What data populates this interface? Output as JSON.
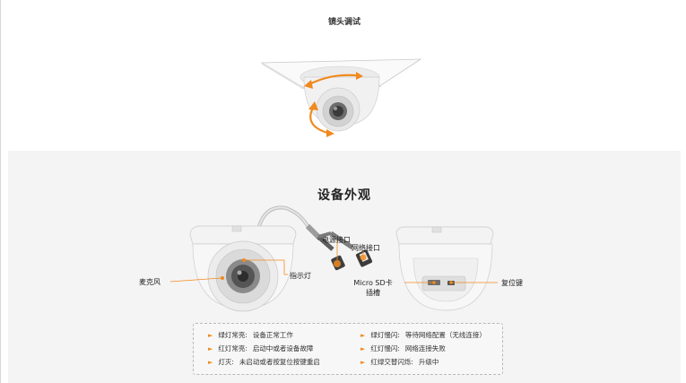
{
  "top_section": {
    "title": "镜头调试"
  },
  "appearance_section": {
    "title": "设备外观",
    "labels": {
      "power_port": "电源接口",
      "network_port": "网络接口",
      "microphone": "麦克风",
      "indicator_light": "指示灯",
      "sd_slot_line1": "Micro SD卡",
      "sd_slot_line2": "插槽",
      "reset_button": "复位键"
    }
  },
  "legend": {
    "items": [
      {
        "key": "绿灯常亮:",
        "value": "设备正常工作"
      },
      {
        "key": "红灯常亮:",
        "value": "启动中或者设备故障"
      },
      {
        "key": "灯灭:",
        "value": "未启动或者按复位按键重启"
      },
      {
        "key": "绿灯慢闪:",
        "value": "等待网络配置（无线连接）"
      },
      {
        "key": "红灯慢闪:",
        "value": "网络连接失败"
      },
      {
        "key": "红绿交替闪烁:",
        "value": "升级中"
      }
    ]
  },
  "colors": {
    "accent": "#f08a1e",
    "panel_bg": "#f4f4f4",
    "legend_border": "#b9b9b9"
  }
}
